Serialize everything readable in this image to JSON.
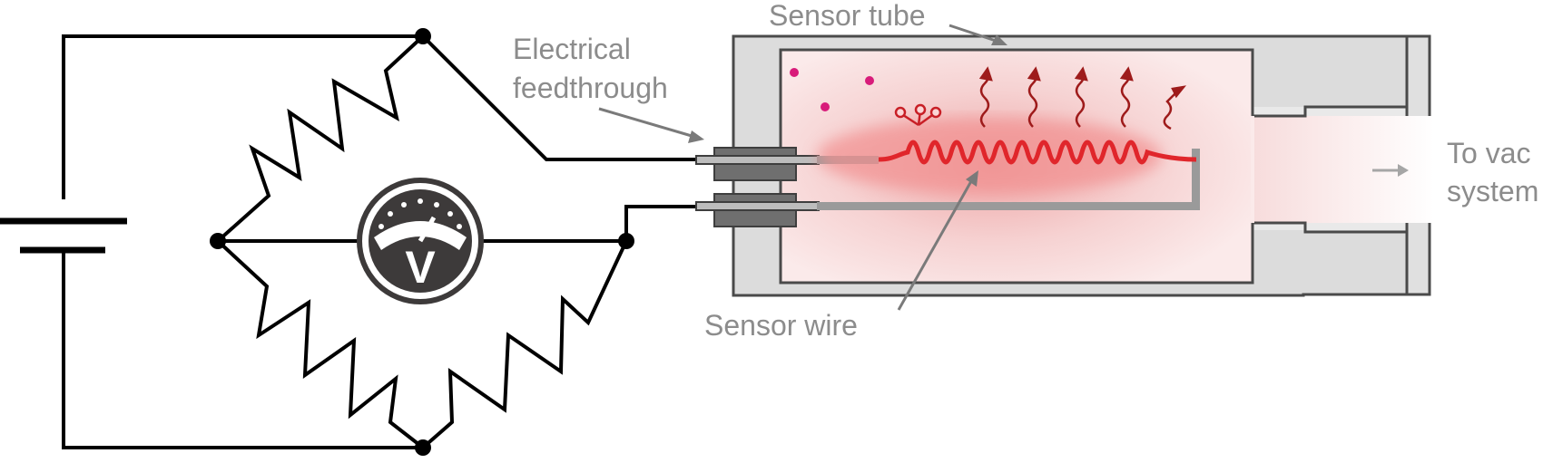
{
  "labels": {
    "sensor_tube": "Sensor tube",
    "feedthrough_line1": "Electrical",
    "feedthrough_line2": "feedthrough",
    "sensor_wire": "Sensor wire",
    "to_vac_line1": "To vac",
    "to_vac_line2": "system"
  },
  "meter": {
    "symbol": "V"
  },
  "colors": {
    "wire": "#000000",
    "label_gray": "#8c8c8c",
    "tube_fill": "#dcdcdc",
    "tube_stroke": "#4a4a4a",
    "heated_wire": "#e0262b",
    "glow": "#f4c7c7",
    "heat_arrows": "#9e1b1b",
    "gas_particles": "#d81b7a",
    "meter_face": "#3d3a3a"
  },
  "icons": [
    "battery-icon",
    "voltmeter-icon",
    "heat-arrow-icon",
    "gas-molecule-icon",
    "flow-arrow-icon"
  ]
}
